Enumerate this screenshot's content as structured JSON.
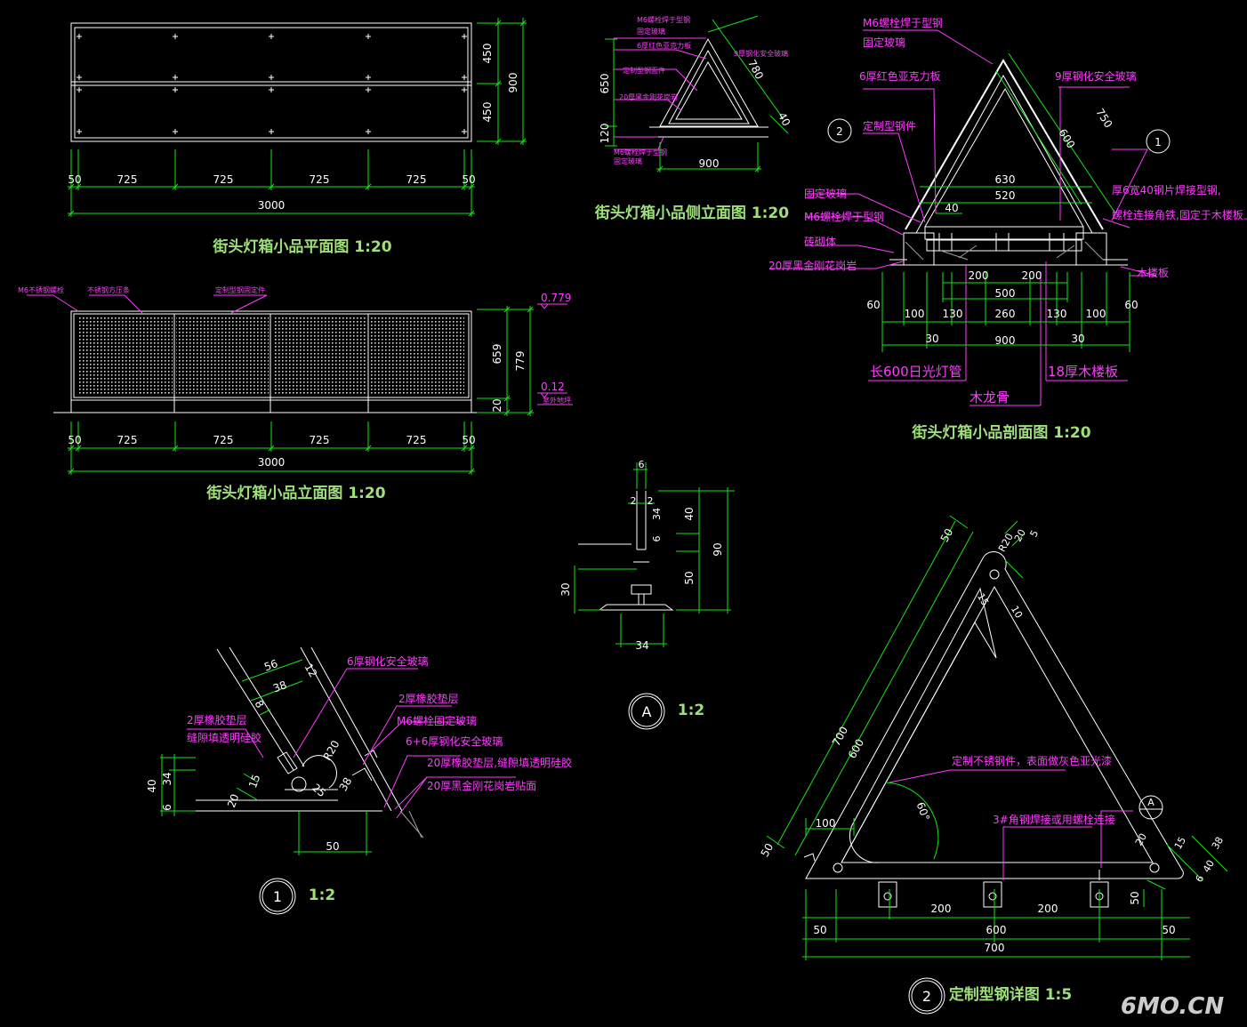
{
  "titles": {
    "plan": "街头灯箱小品平面图  1:20",
    "elevation": "街头灯箱小品立面图  1:20",
    "side": "街头灯箱小品侧立面图  1:20",
    "section": "街头灯箱小品剖面图  1:20",
    "detail_a_scale": "1:2",
    "detail_1_scale": "1:2",
    "detail_2": "定制型钢详图 1:5"
  },
  "markers": {
    "a": "A",
    "one": "1",
    "two": "2"
  },
  "plan": {
    "dims_bottom": [
      "50",
      "725",
      "725",
      "725",
      "725",
      "50"
    ],
    "total": "3000",
    "dims_right": [
      "450",
      "450"
    ],
    "right_total": "900"
  },
  "elevation": {
    "notes": [
      "M6不锈钢螺栓",
      "不锈钢方压条",
      "定制型钢固定件"
    ],
    "dims_bottom": [
      "50",
      "725",
      "725",
      "725",
      "725",
      "50"
    ],
    "total": "3000",
    "dims_right": [
      "659",
      "779",
      "20"
    ],
    "levels": [
      "0.779",
      "0.12",
      "室外地坪"
    ]
  },
  "side": {
    "notes": [
      "M6螺栓焊于型钢",
      "固定玻璃",
      "6厚红色亚克力板",
      "9厚钢化安全玻璃",
      "定制型钢面件",
      "20厚黑金刚花岗岩",
      "M6螺栓焊于型钢",
      "固定玻璃"
    ],
    "dims": [
      "650",
      "120",
      "780",
      "40",
      "900"
    ]
  },
  "section": {
    "notes": [
      "M6螺栓焊于型钢",
      "固定玻璃",
      "6厚红色亚克力板",
      "9厚钢化安全玻璃",
      "定制型钢件",
      "固定玻璃",
      "M6螺栓焊于型钢",
      "砖砌体",
      "20厚黑金刚花岗岩",
      "厚6宽40钢片焊接型钢,",
      "螺栓连接角铁,固定于木楼板上",
      "木楼板",
      "木龙骨"
    ],
    "notes_large": [
      "长600日光灯管",
      "18厚木楼板"
    ],
    "dims": [
      "750",
      "600",
      "630",
      "520",
      "40",
      "200",
      "200",
      "500",
      "60",
      "100",
      "130",
      "260",
      "130",
      "100",
      "60",
      "30",
      "900",
      "30"
    ]
  },
  "detail_a": {
    "dims": [
      "6",
      "2",
      "2",
      "34",
      "6",
      "40",
      "50",
      "90",
      "30",
      "34"
    ]
  },
  "detail_1": {
    "notes": [
      "6厚钢化安全玻璃",
      "2厚橡胶垫层",
      "M6螺栓固定玻璃",
      "6+6厚钢化安全玻璃",
      "20厚橡胶垫层,缝隙填透明硅胶",
      "20厚黑金刚花岗岩贴面",
      "2厚橡胶垫层",
      "缝隙填透明硅胶"
    ],
    "dims": [
      "56",
      "38",
      "12",
      "8",
      "R20",
      "15",
      "25",
      "20",
      "40",
      "34",
      "6",
      "50",
      "38"
    ]
  },
  "detail_2": {
    "notes": [
      "定制不锈钢件，表面做灰色亚光漆",
      "3#角钢焊接或用螺栓连接"
    ],
    "dims": [
      "700",
      "600",
      "50",
      "50",
      "100",
      "60°",
      "200",
      "200",
      "600",
      "50",
      "50",
      "700",
      "50",
      "R20",
      "20",
      "15",
      "5",
      "10",
      "20",
      "15",
      "38",
      "40",
      "6"
    ]
  },
  "watermark": "6MO.CN"
}
